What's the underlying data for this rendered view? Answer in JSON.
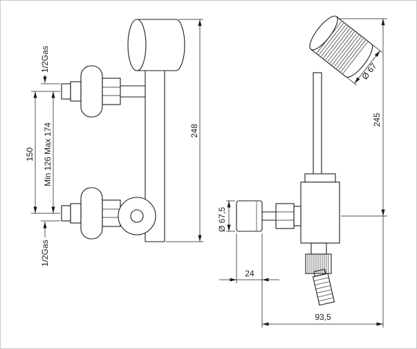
{
  "drawing": {
    "type": "technical-dimension-drawing",
    "subject": "wall-mounted shower mixer with hand shower, front and side views",
    "background": "#ffffff",
    "line_color": "#1a1a1a",
    "labels": {
      "front": {
        "gas_top": "1/2Gas",
        "gas_bottom": "1/2Gas",
        "center_distance": "150",
        "adjust_range": "Min 126 Max 174",
        "total_height": "248"
      },
      "side": {
        "head_diameter": "Ø 67",
        "total_height": "245",
        "handle_diameter": "Ø 67,5",
        "handle_depth": "24",
        "total_depth": "93,5"
      }
    }
  }
}
